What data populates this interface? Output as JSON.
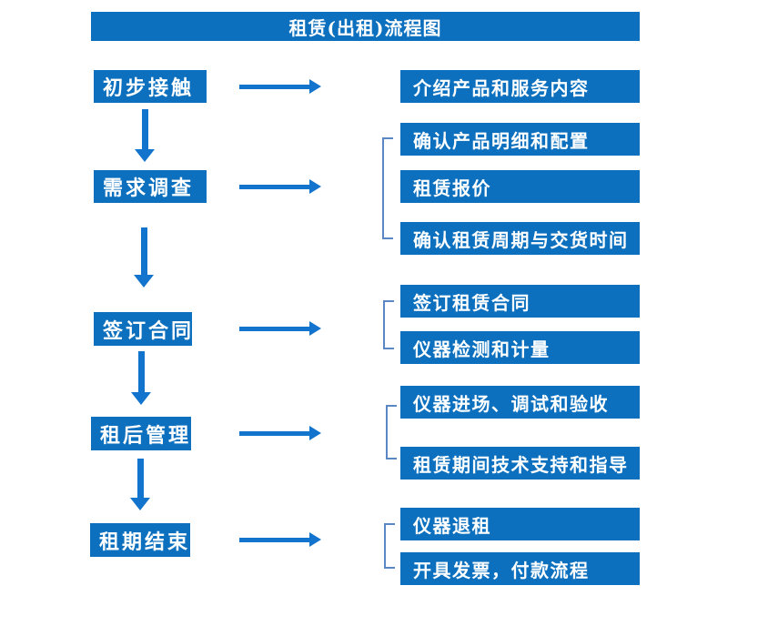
{
  "title": "租赁(出租)流程图",
  "colors": {
    "box_blue": "#0c70be",
    "arrow_blue": "#1374cd",
    "bracket_blue": "#5b87c5",
    "text_white": "#ffffff",
    "background": "#ffffff"
  },
  "stages": [
    {
      "label": "初步接触",
      "details": [
        "介绍产品和服务内容"
      ]
    },
    {
      "label": "需求调查",
      "details": [
        "确认产品明细和配置",
        "租赁报价",
        "确认租赁周期与交货时间"
      ]
    },
    {
      "label": "签订合同",
      "details": [
        "签订租赁合同",
        "仪器检测和计量"
      ]
    },
    {
      "label": "租后管理",
      "details": [
        "仪器进场、调试和验收",
        "租赁期间技术支持和指导"
      ]
    },
    {
      "label": "租期结束",
      "details": [
        "仪器退租",
        "开具发票，付款流程"
      ]
    }
  ],
  "icons": {
    "right_arrow": "css-shaft-with-right-triangle",
    "down_arrow": "css-shaft-with-down-triangle",
    "group_bracket": "css-left-square-bracket"
  }
}
